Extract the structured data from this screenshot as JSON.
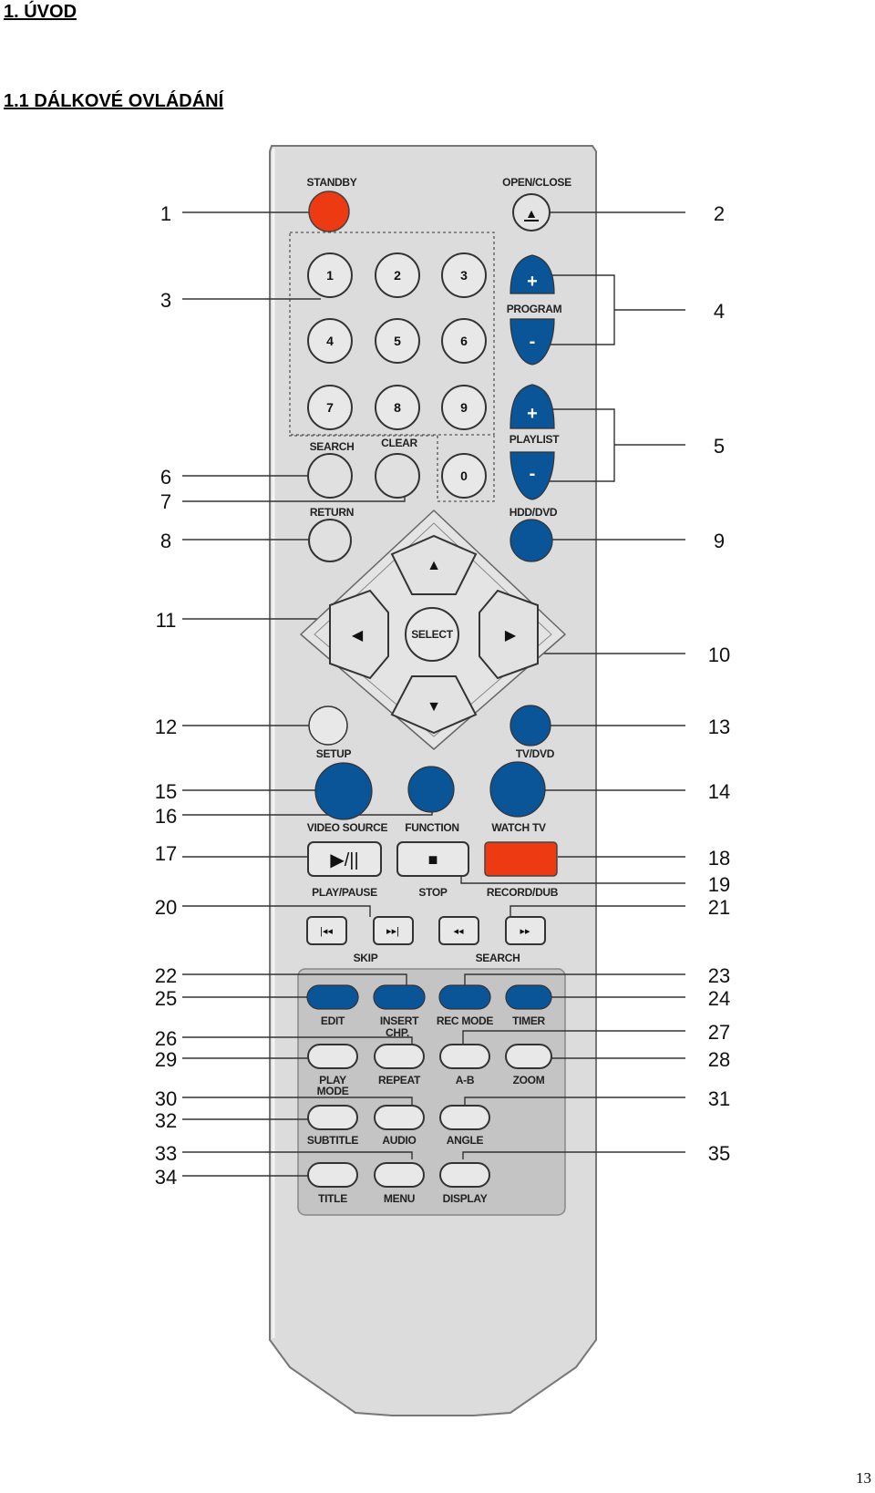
{
  "headings": {
    "h1": "1. ÚVOD",
    "h2": "1.1 DÁLKOVÉ OVLÁDÁNÍ"
  },
  "page_number": "13",
  "colors": {
    "red": "#ee3a12",
    "blue": "#0a5597",
    "body": "#dcdcdc",
    "panel": "#c4c4c4"
  },
  "remote": {
    "labels": {
      "standby": "STANDBY",
      "open_close": "OPEN/CLOSE",
      "program": "PROGRAM",
      "playlist": "PLAYLIST",
      "search": "SEARCH",
      "clear": "CLEAR",
      "return": "RETURN",
      "hdd_dvd": "HDD/DVD",
      "select": "SELECT",
      "setup": "SETUP",
      "tv_dvd": "TV/DVD",
      "video_source": "VIDEO SOURCE",
      "function": "FUNCTION",
      "watch_tv": "WATCH TV",
      "play_pause": "PLAY/PAUSE",
      "stop": "STOP",
      "record_dub": "RECORD/DUB",
      "skip": "SKIP",
      "search2": "SEARCH",
      "edit": "EDIT",
      "insert": "INSERT",
      "chp": "CHP.",
      "rec_mode": "REC MODE",
      "timer": "TIMER",
      "play": "PLAY",
      "mode": "MODE",
      "repeat": "REPEAT",
      "ab": "A-B",
      "zoom": "ZOOM",
      "subtitle": "SUBTITLE",
      "audio": "AUDIO",
      "angle": "ANGLE",
      "title": "TITLE",
      "menu": "MENU",
      "display": "DISPLAY",
      "plus": "+",
      "minus": "-",
      "play_glyph": "▶/||",
      "stop_glyph": "■",
      "eject_glyph": "▲",
      "up": "▲",
      "down": "▼",
      "left": "◀",
      "right": "▶",
      "skip_back": "|◂◂",
      "skip_fwd": "▸▸|",
      "rew": "◂◂",
      "fwd": "▸▸"
    },
    "digits": [
      "1",
      "2",
      "3",
      "4",
      "5",
      "6",
      "7",
      "8",
      "9",
      "0"
    ]
  },
  "callouts": [
    "1",
    "2",
    "3",
    "4",
    "5",
    "6",
    "7",
    "8",
    "9",
    "10",
    "11",
    "12",
    "13",
    "14",
    "15",
    "16",
    "17",
    "18",
    "19",
    "20",
    "21",
    "22",
    "23",
    "24",
    "25",
    "26",
    "27",
    "28",
    "29",
    "30",
    "31",
    "32",
    "33",
    "34",
    "35"
  ]
}
